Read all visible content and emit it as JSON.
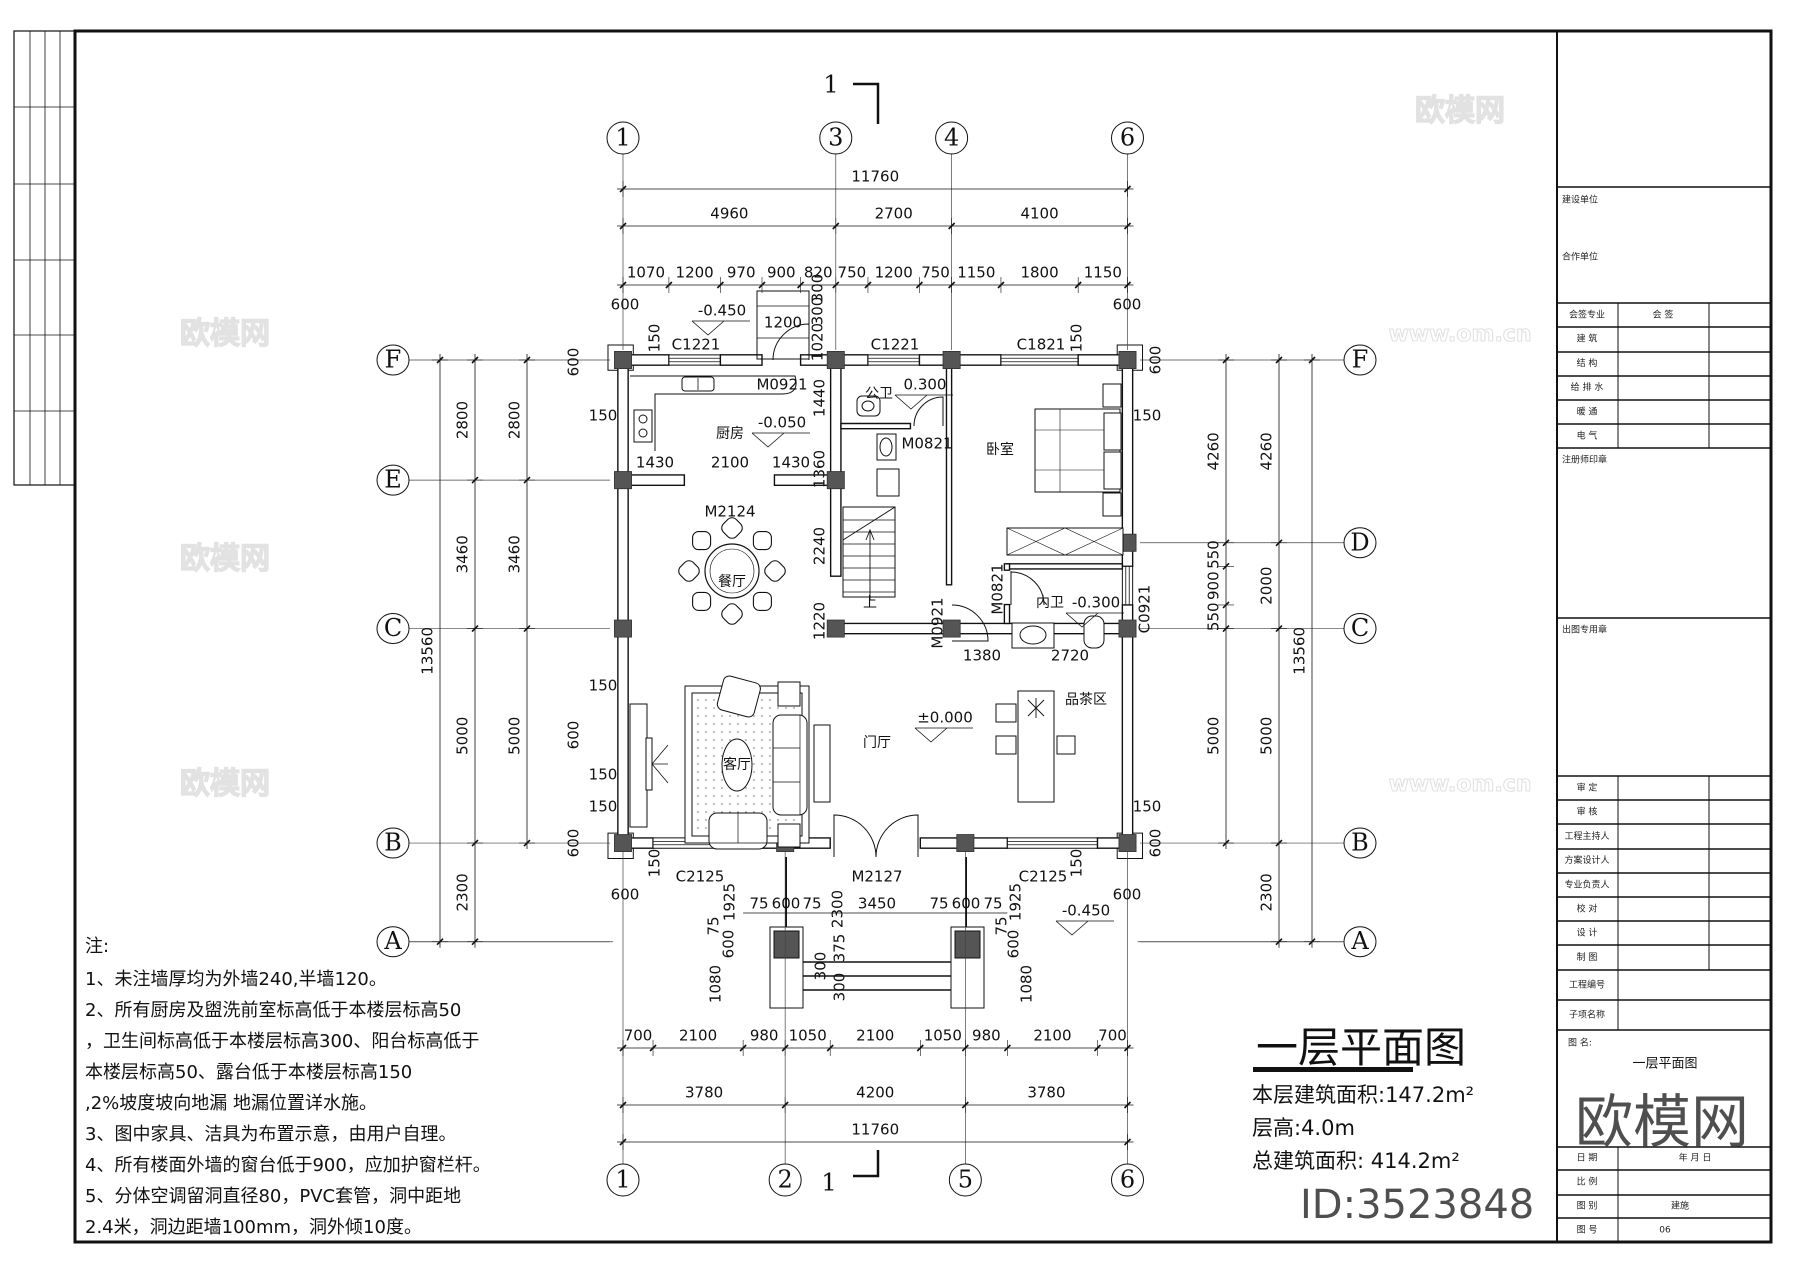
{
  "drawing": {
    "title": "一层平面图",
    "floor_area": "本层建筑面积:147.2m²",
    "floor_height": "层高:4.0m",
    "total_area": "总建筑面积: 414.2m²",
    "section_mark": "1"
  },
  "notes": {
    "heading": "注:",
    "lines": [
      "1、未注墙厚均为外墙240,半墙120。",
      "2、所有厨房及盥洗前室标高低于本楼层标高50",
      "，卫生间标高低于本楼层标高300、阳台标高低于",
      "本楼层标高50、露台低于本楼层标高150",
      ",2%坡度坡向地漏 地漏位置详水施。",
      "3、图中家具、洁具为布置示意，由用户自理。",
      "4、所有楼面外墙的窗台低于900，应加护窗栏杆。",
      "5、分体空调留洞直径80，PVC套管，洞中距地",
      "2.4米，洞边距墙100mm，洞外倾10度。"
    ]
  },
  "axes": {
    "top": [
      "1",
      "3",
      "4",
      "6"
    ],
    "bottom": [
      "1",
      "2",
      "5",
      "6"
    ],
    "left": [
      "F",
      "E",
      "C",
      "B",
      "A"
    ],
    "right": [
      "F",
      "D",
      "C",
      "B",
      "A"
    ]
  },
  "dimensions": {
    "top_total": "11760",
    "top_axis": [
      "4960",
      "2700",
      "4100"
    ],
    "top_detail": [
      "1070",
      "1200",
      "970",
      "900",
      "820",
      "750",
      "1200",
      "750",
      "1150",
      "1800",
      "1150"
    ],
    "bottom_detail": [
      "700",
      "2100",
      "980",
      "1050",
      "2100",
      "1050",
      "980",
      "2100",
      "700"
    ],
    "bottom_axis": [
      "3780",
      "4200",
      "3780"
    ],
    "bottom_total": "11760",
    "left_total": "13560",
    "left_axis": [
      "2800",
      "3460",
      "5000",
      "2300"
    ],
    "left_inner": [
      "2800",
      "3460",
      "5000"
    ],
    "right_detail": [
      "4260",
      "550",
      "900",
      "550",
      "5000"
    ],
    "right_axis": [
      "4260",
      "2000",
      "5000",
      "2300"
    ],
    "right_total": "13560",
    "inner": [
      "600",
      "600",
      "150",
      "150",
      "150",
      "150",
      "1200",
      "1020",
      "300",
      "300",
      "1440",
      "1360",
      "1430",
      "2100",
      "1430",
      "2240",
      "1220",
      "1380",
      "2720",
      "150",
      "600",
      "150",
      "150",
      "150",
      "600",
      "600",
      "600",
      "600",
      "150",
      "600",
      "1925",
      "75",
      "600",
      "75",
      "2300",
      "3450",
      "75",
      "600",
      "75",
      "1925",
      "150",
      "600",
      "75",
      "600",
      "1080",
      "300",
      "300",
      "375",
      "75",
      "600",
      "1080"
    ]
  },
  "rooms": [
    "厨房",
    "卧室",
    "餐厅",
    "公卫",
    "内卫",
    "上",
    "客厅",
    "门厅",
    "品茶区"
  ],
  "openings": [
    "C1221",
    "M0921",
    "C1221",
    "C1821",
    "M0821",
    "M2124",
    "M0821",
    "M0921",
    "C0921",
    "C2125",
    "M2127",
    "C2125"
  ],
  "elevations": [
    "-0.450",
    "-0.050",
    "0.300",
    "-0.300",
    "±0.000",
    "-0.450"
  ],
  "title_block": {
    "client": "建设单位",
    "partner": "合作单位",
    "sign_header": "会签专业",
    "sign_col": "会    签",
    "disciplines": [
      "建    筑",
      "结    构",
      "给 排 水",
      "暖    通",
      "电    气"
    ],
    "registered_seal": "注册师印章",
    "issue_seal": "出图专用章",
    "roles": [
      "审    定",
      "审    核",
      "工程主持人",
      "方案设计人",
      "专业负责人",
      "校    对",
      "设    计",
      "制    图"
    ],
    "project_no": "工程编号",
    "subitem": "子项名称",
    "drawing_name_label": "图    名:",
    "drawing_name": "一层平面图",
    "date_label": "日    期",
    "date_value": "年        月        日",
    "scale_label": "比    例",
    "category_label": "图    别",
    "category_value": "建施",
    "number_label": "图    号",
    "number_value": "06"
  },
  "watermark": {
    "brand": "欧模网",
    "site": "www.om.cn",
    "id": "ID:3523848"
  },
  "colors": {
    "line": "#111111",
    "column": "#555555",
    "watermark": "#e2e2e2",
    "stamp": "#3c3c3c"
  }
}
